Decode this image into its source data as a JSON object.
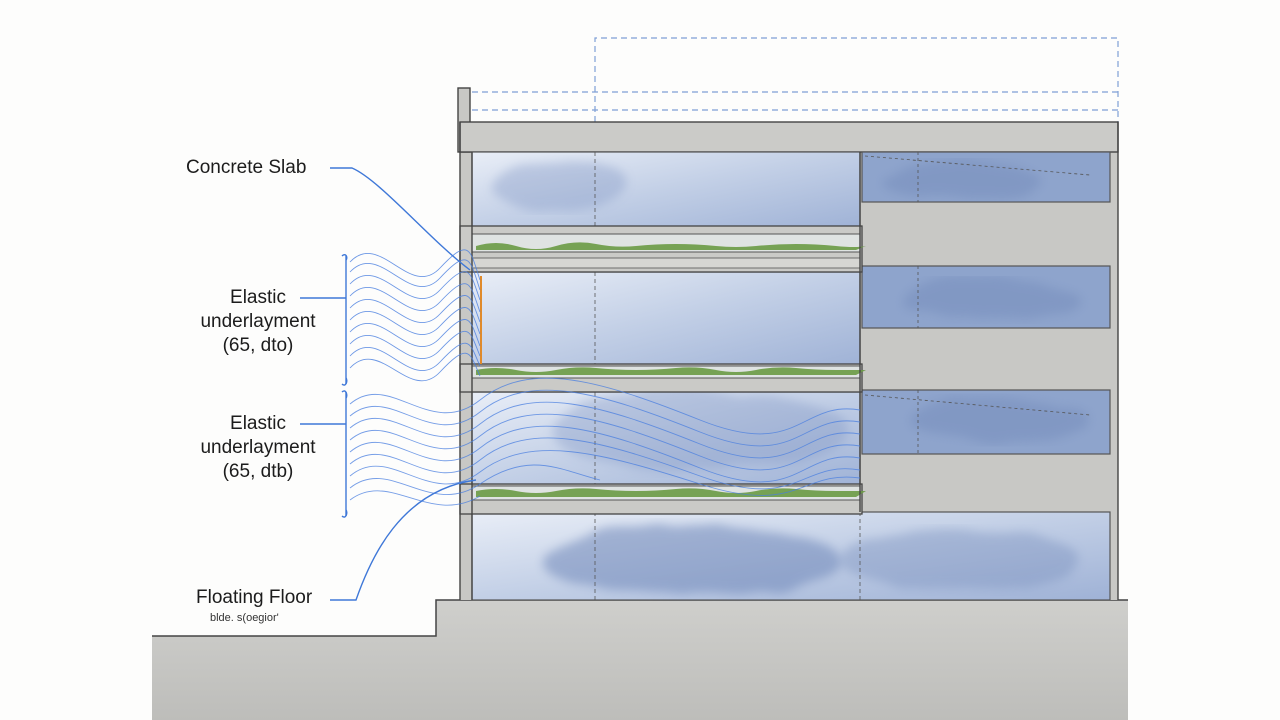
{
  "labels": {
    "concrete_slab": "Concrete Slab",
    "elastic_1": {
      "line1": "Elastic",
      "line2": "underlayment",
      "line3": "(65, dto)"
    },
    "elastic_2": {
      "line1": "Elastic",
      "line2": "underlayment",
      "line3": "(65, dtb)"
    },
    "floating_floor": "Floating Floor",
    "floating_floor_note": "blde. s(oegior'"
  },
  "colors": {
    "concrete": "#c9c9c6",
    "concrete_dark": "#b4b4b1",
    "wash_blue": "#8ea4cc",
    "wash_deep": "#6f87b8",
    "underlay_green": "#6a9a45",
    "leader_blue": "#3f78d8",
    "wave_blue": "#4a7fe0",
    "accent_orange": "#e08a2a",
    "line": "#555555"
  }
}
